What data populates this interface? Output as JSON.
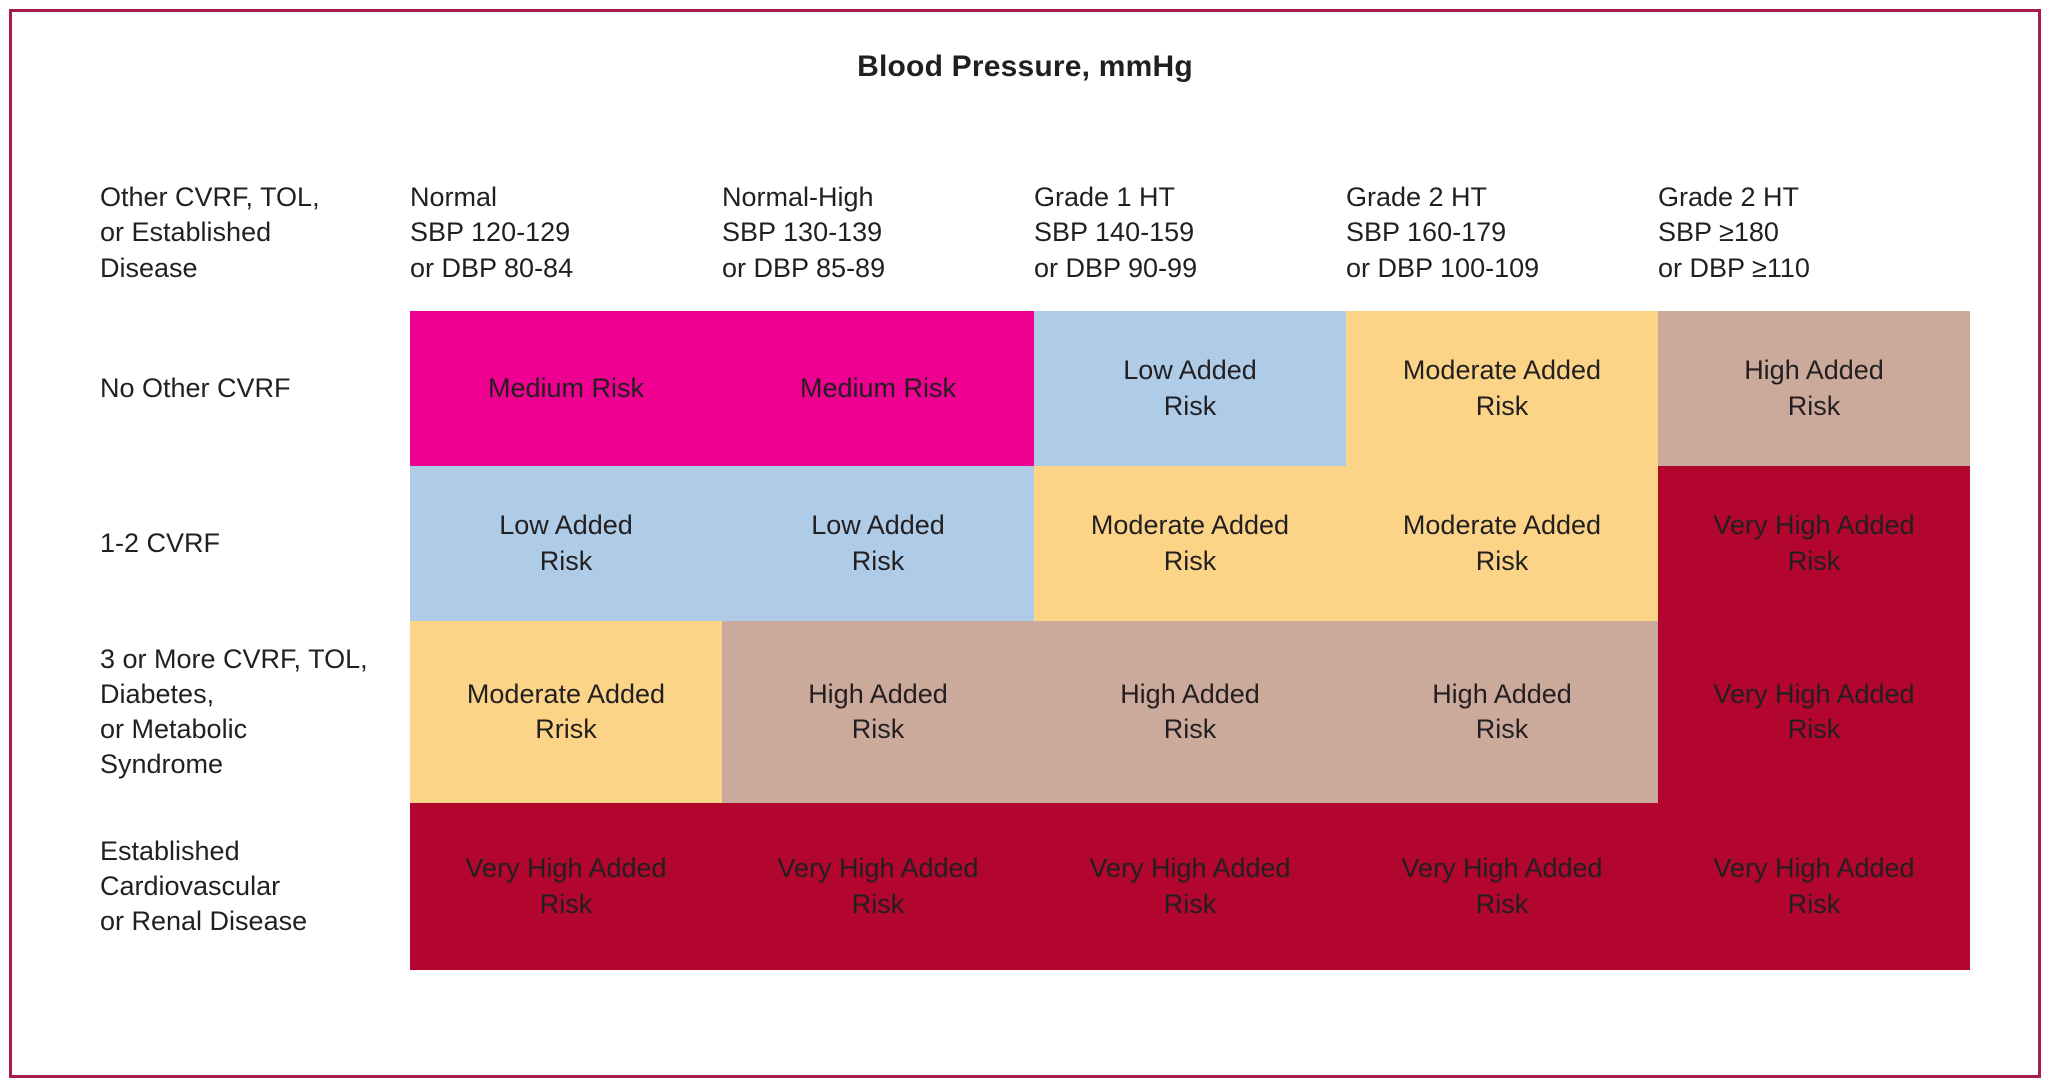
{
  "title": "Blood Pressure, mmHg",
  "table": {
    "corner_header": "Other CVRF, TOL,\nor Established\nDisease",
    "column_headers": [
      "Normal\nSBP 120-129\nor DBP 80-84",
      "Normal-High\nSBP 130-139\nor DBP 85-89",
      "Grade 1 HT\nSBP 140-159\nor DBP 90-99",
      "Grade 2 HT\nSBP 160-179\nor DBP 100-109",
      "Grade 2 HT\nSBP ≥180\nor DBP ≥110"
    ],
    "row_headers": [
      "No Other CVRF",
      "1-2 CVRF",
      "3 or More CVRF, TOL,\nDiabetes,\nor Metabolic\nSyndrome",
      "Established\nCardiovascular\nor Renal Disease"
    ],
    "cells": [
      [
        {
          "label": "Medium Risk",
          "risk": "medium"
        },
        {
          "label": "Medium Risk",
          "risk": "medium"
        },
        {
          "label": "Low Added\nRisk",
          "risk": "low-added"
        },
        {
          "label": "Moderate Added\nRisk",
          "risk": "moderate-added"
        },
        {
          "label": "High Added\nRisk",
          "risk": "high-added"
        }
      ],
      [
        {
          "label": "Low Added\nRisk",
          "risk": "low-added"
        },
        {
          "label": "Low Added\nRisk",
          "risk": "low-added"
        },
        {
          "label": "Moderate Added\nRisk",
          "risk": "moderate-added"
        },
        {
          "label": "Moderate Added\nRisk",
          "risk": "moderate-added"
        },
        {
          "label": "Very High Added\nRisk",
          "risk": "very-high-added"
        }
      ],
      [
        {
          "label": "Moderate Added\nRrisk",
          "risk": "moderate-added"
        },
        {
          "label": "High Added\nRisk",
          "risk": "high-added"
        },
        {
          "label": "High Added\nRisk",
          "risk": "high-added"
        },
        {
          "label": "High Added\nRisk",
          "risk": "high-added"
        },
        {
          "label": "Very High Added\nRisk",
          "risk": "very-high-added"
        }
      ],
      [
        {
          "label": "Very High Added\nRisk",
          "risk": "very-high-added"
        },
        {
          "label": "Very High Added\nRisk",
          "risk": "very-high-added"
        },
        {
          "label": "Very High Added\nRisk",
          "risk": "very-high-added"
        },
        {
          "label": "Very High Added\nRisk",
          "risk": "very-high-added"
        },
        {
          "label": "Very High Added\nRisk",
          "risk": "very-high-added"
        }
      ]
    ]
  },
  "colors": {
    "medium": "#ee0090",
    "low_added": "#aecbe8",
    "moderate_added": "#fbd488",
    "high_added": "#cbaa9c",
    "very_high_added": "#b2062f",
    "grid_line": "#000000",
    "frame": "#a81d45",
    "text": "#231f20",
    "text_on_dark": "#ffffff"
  },
  "chart_data": {
    "type": "heatmap",
    "title": "Blood Pressure, mmHg",
    "xlabel": "Blood Pressure, mmHg",
    "ylabel": "Other CVRF, TOL, or Established Disease",
    "grid": true,
    "legend": "none",
    "categories_x": [
      "Normal SBP 120-129 or DBP 80-84",
      "Normal-High SBP 130-139 or DBP 85-89",
      "Grade 1 HT SBP 140-159 or DBP 90-99",
      "Grade 2 HT SBP 160-179 or DBP 100-109",
      "Grade 2 HT SBP ≥180 or DBP ≥110"
    ],
    "categories_y": [
      "No Other CVRF",
      "1-2 CVRF",
      "3 or More CVRF, TOL, Diabetes, or Metabolic Syndrome",
      "Established Cardiovascular or Renal Disease"
    ],
    "values": [
      [
        "Medium Risk",
        "Medium Risk",
        "Low Added Risk",
        "Moderate Added Risk",
        "High Added Risk"
      ],
      [
        "Low Added Risk",
        "Low Added Risk",
        "Moderate Added Risk",
        "Moderate Added Risk",
        "Very High Added Risk"
      ],
      [
        "Moderate Added Rrisk",
        "High Added Risk",
        "High Added Risk",
        "High Added Risk",
        "Very High Added Risk"
      ],
      [
        "Very High Added Risk",
        "Very High Added Risk",
        "Very High Added Risk",
        "Very High Added Risk",
        "Very High Added Risk"
      ]
    ],
    "color_scale": {
      "Medium Risk": "#ee0090",
      "Low Added Risk": "#aecbe8",
      "Moderate Added Risk": "#fbd488",
      "High Added Risk": "#cbaa9c",
      "Very High Added Risk": "#b2062f"
    }
  }
}
